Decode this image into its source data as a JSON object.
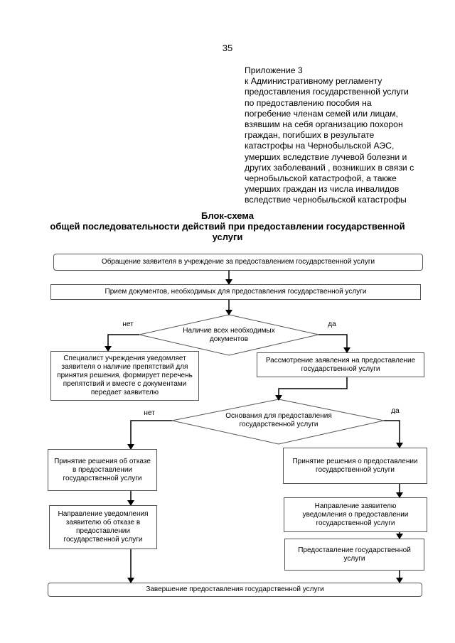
{
  "page_number": "35",
  "appendix": {
    "lines": [
      "Приложение 3",
      "к Административному регламенту",
      "предоставления  государственной услуги",
      "по предоставлению пособия на",
      "погребение членам семей или лицам,",
      "взявшим на себя организацию похорон",
      "граждан, погибших в результате",
      "катастрофы на Чернобыльской АЭС,",
      "умерших вследствие лучевой болезни и",
      "других заболеваний , возникших в связи с",
      "чернобыльской катастрофой, а также",
      "умерших граждан из числа инвалидов",
      "вследствие чернобыльской катастрофы"
    ]
  },
  "title": {
    "line1": "Блок-схема",
    "line2": "общей последовательности действий при предоставлении государственной",
    "line3": "услуги"
  },
  "flowchart": {
    "request": "Обращение заявителя в учреждение за предоставлением государственной услуги",
    "reception": "Прием документов, необходимых для предоставления государственной услуги",
    "decision1": {
      "line1": "Наличие всех необходимых",
      "line2": "документов"
    },
    "no1": "нет",
    "yes1": "да",
    "notify_obstacles": [
      "Специалист учреждения уведомляет",
      "заявителя о наличие препятствий для",
      "принятия решения, формирует перечень",
      "препятствий и вместе с документами",
      "передает заявителю"
    ],
    "review": {
      "line1": "Рассмотрение заявления на предоставление",
      "line2": "государственной услуги"
    },
    "decision2": {
      "line1": "Основания для предоставления",
      "line2": "государственной услуги"
    },
    "no2": "нет",
    "yes2": "да",
    "refusal_decision": [
      "Принятие решения об отказе",
      "в предоставлении",
      "государственной услуги"
    ],
    "refusal_notice": [
      "Направление уведомления",
      "заявителю об отказе в",
      "предоставлении",
      "государственной услуги"
    ],
    "grant_decision": {
      "line1": "Принятие решения о  предоставлении",
      "line2": "государственной услуги"
    },
    "grant_notice": {
      "line1": "Направление заявителю",
      "line2": "уведомления о  предоставлении",
      "line3": "государственной услуги"
    },
    "provision": {
      "line1": "Предоставление государственной",
      "line2": "услуги"
    },
    "completion": "Завершение предоставления государственной услуги"
  }
}
